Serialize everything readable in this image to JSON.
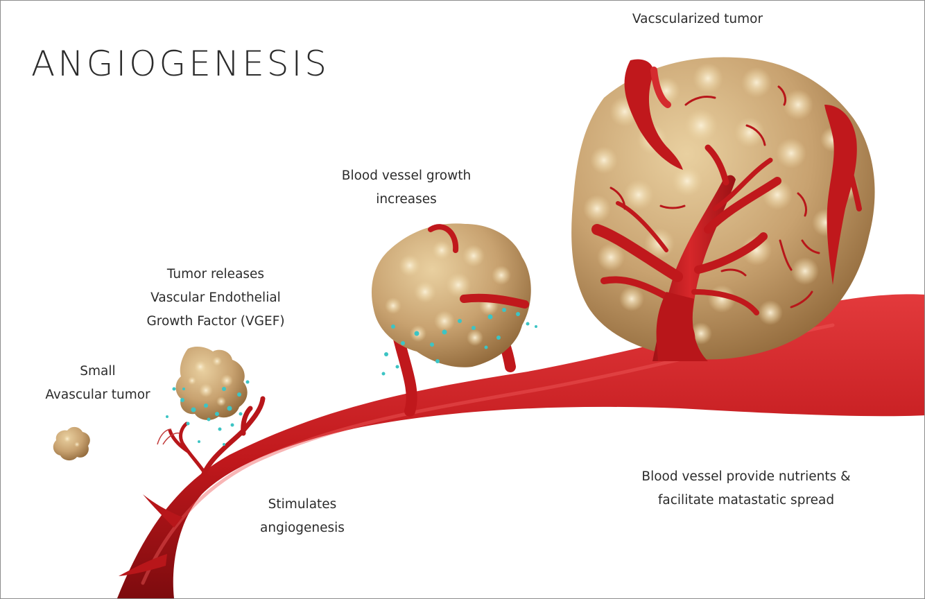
{
  "title": "ANGIOGENESIS",
  "stages": [
    {
      "id": "small",
      "lines": [
        "Small",
        "Avascular tumor"
      ]
    },
    {
      "id": "release",
      "lines": [
        "Tumor releases",
        "Vascular Endothelial",
        "Growth Factor (VGEF)"
      ]
    },
    {
      "id": "growth",
      "lines": [
        "Blood vessel growth",
        "increases"
      ]
    },
    {
      "id": "vascularized",
      "lines": [
        "Vacscularized tumor"
      ]
    }
  ],
  "annotations": {
    "stimulates": [
      "Stimulates",
      "angiogenesis"
    ],
    "nutrients": [
      "Blood vessel provide nutrients &",
      "facilitate matastatic spread"
    ]
  },
  "colors": {
    "vessel": "#c0181c",
    "vessel_dark": "#8e0f12",
    "vessel_light": "#e0383a",
    "tumor": "#c8a270",
    "tumor_dark": "#9c7446",
    "tumor_light": "#f2dfb8",
    "vegf": "#3cc4c4",
    "text": "#2b2b2b"
  }
}
